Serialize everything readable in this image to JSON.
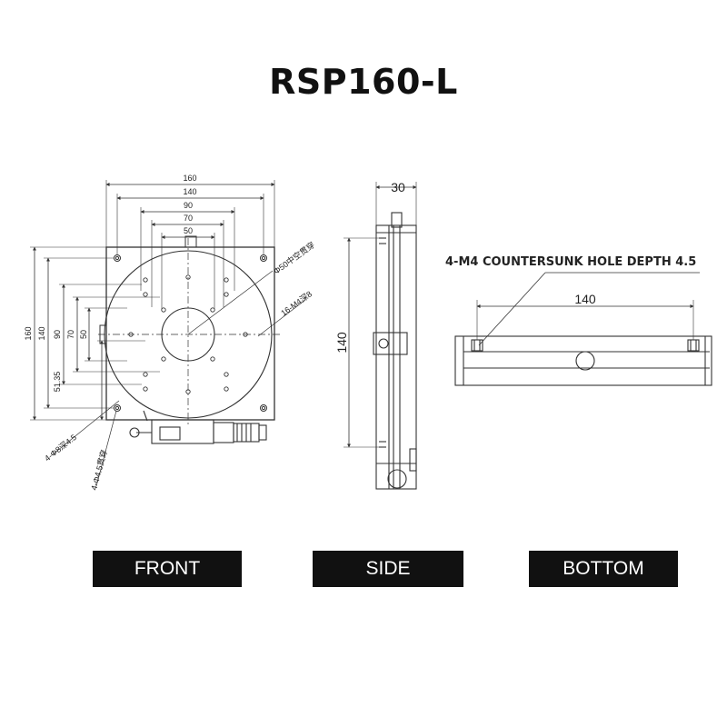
{
  "title": "RSP160-L",
  "labels": {
    "front": "FRONT",
    "side": "SIDE",
    "bottom": "BOTTOM"
  },
  "front": {
    "dims_top": [
      "160",
      "140",
      "90",
      "70",
      "50"
    ],
    "dims_left": [
      "160",
      "140",
      "90",
      "70",
      "50",
      "51.35"
    ],
    "callout_bore": "Φ50中空贯穿",
    "callout_tap": "16-M4深8",
    "callout_cbore": "4-Φ8深4.5",
    "callout_thru": "4-Φ4.5贯穿"
  },
  "side": {
    "dim_width": "30",
    "dim_height": "140"
  },
  "bottom": {
    "note": "4-M4 COUNTERSUNK HOLE DEPTH 4.5",
    "dim_width": "140"
  },
  "colors": {
    "line": "#333333",
    "label_bg": "#111111",
    "label_text": "#ffffff"
  }
}
